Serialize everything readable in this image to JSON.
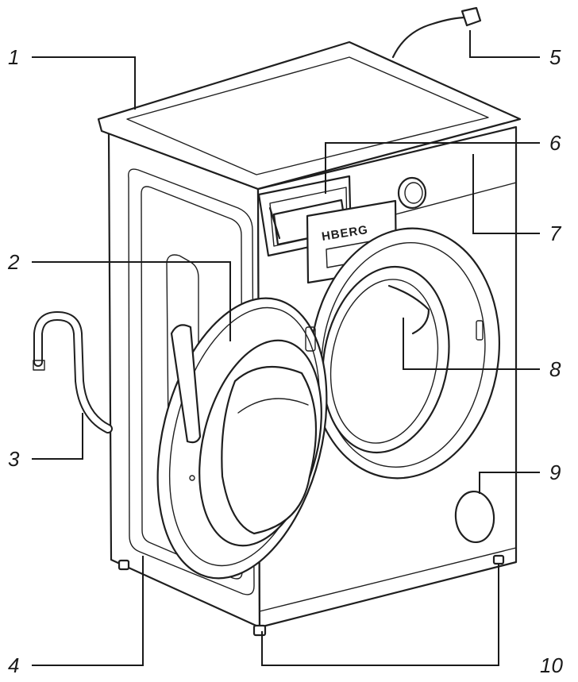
{
  "brand_text": "HBERG",
  "callouts": [
    {
      "id": "1",
      "label": "1"
    },
    {
      "id": "2",
      "label": "2"
    },
    {
      "id": "3",
      "label": "3"
    },
    {
      "id": "4",
      "label": "4"
    },
    {
      "id": "5",
      "label": "5"
    },
    {
      "id": "6",
      "label": "6"
    },
    {
      "id": "7",
      "label": "7"
    },
    {
      "id": "8",
      "label": "8"
    },
    {
      "id": "9",
      "label": "9"
    },
    {
      "id": "10",
      "label": "10"
    }
  ]
}
